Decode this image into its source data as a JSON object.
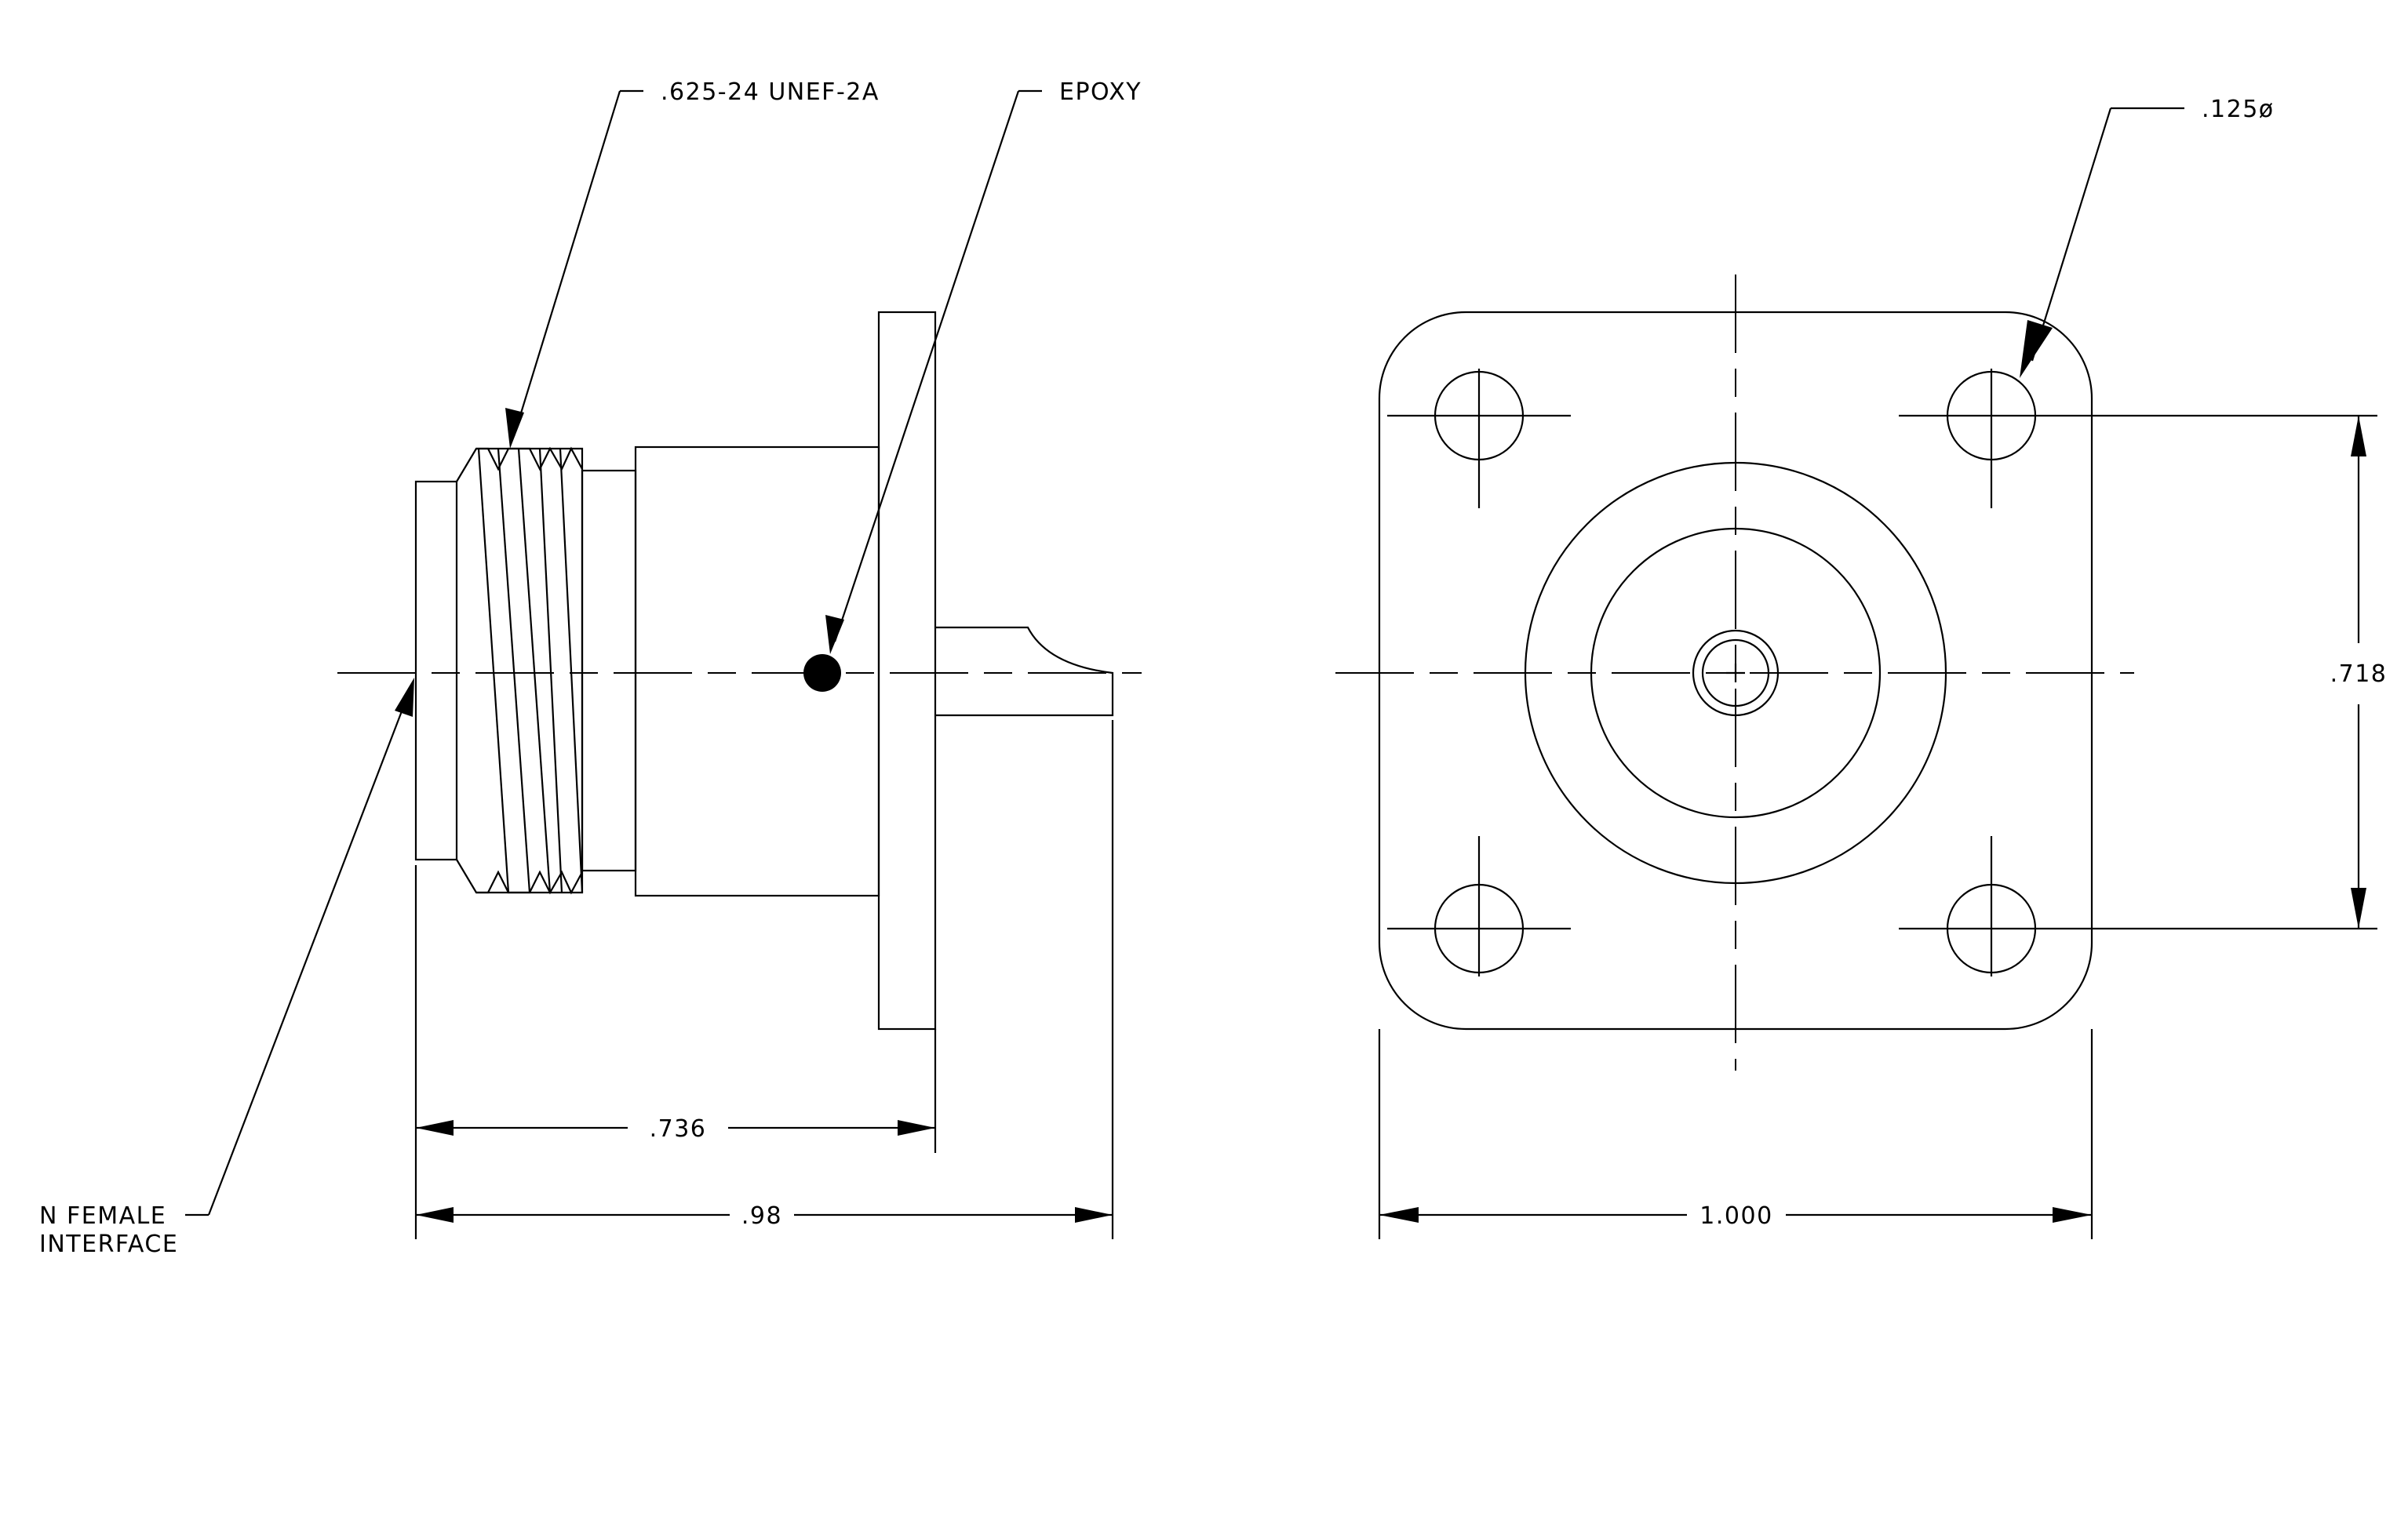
{
  "side_view": {
    "thread_callout": ".625-24 UNEF-2A",
    "epoxy_callout": "EPOXY",
    "interface_callout_line1": "N FEMALE",
    "interface_callout_line2": "INTERFACE",
    "dim_flange": ".736",
    "dim_overall": ".98"
  },
  "front_view": {
    "hole_callout": ".125ø",
    "dim_hole_spacing": ".718",
    "dim_flange_width": "1.000"
  }
}
